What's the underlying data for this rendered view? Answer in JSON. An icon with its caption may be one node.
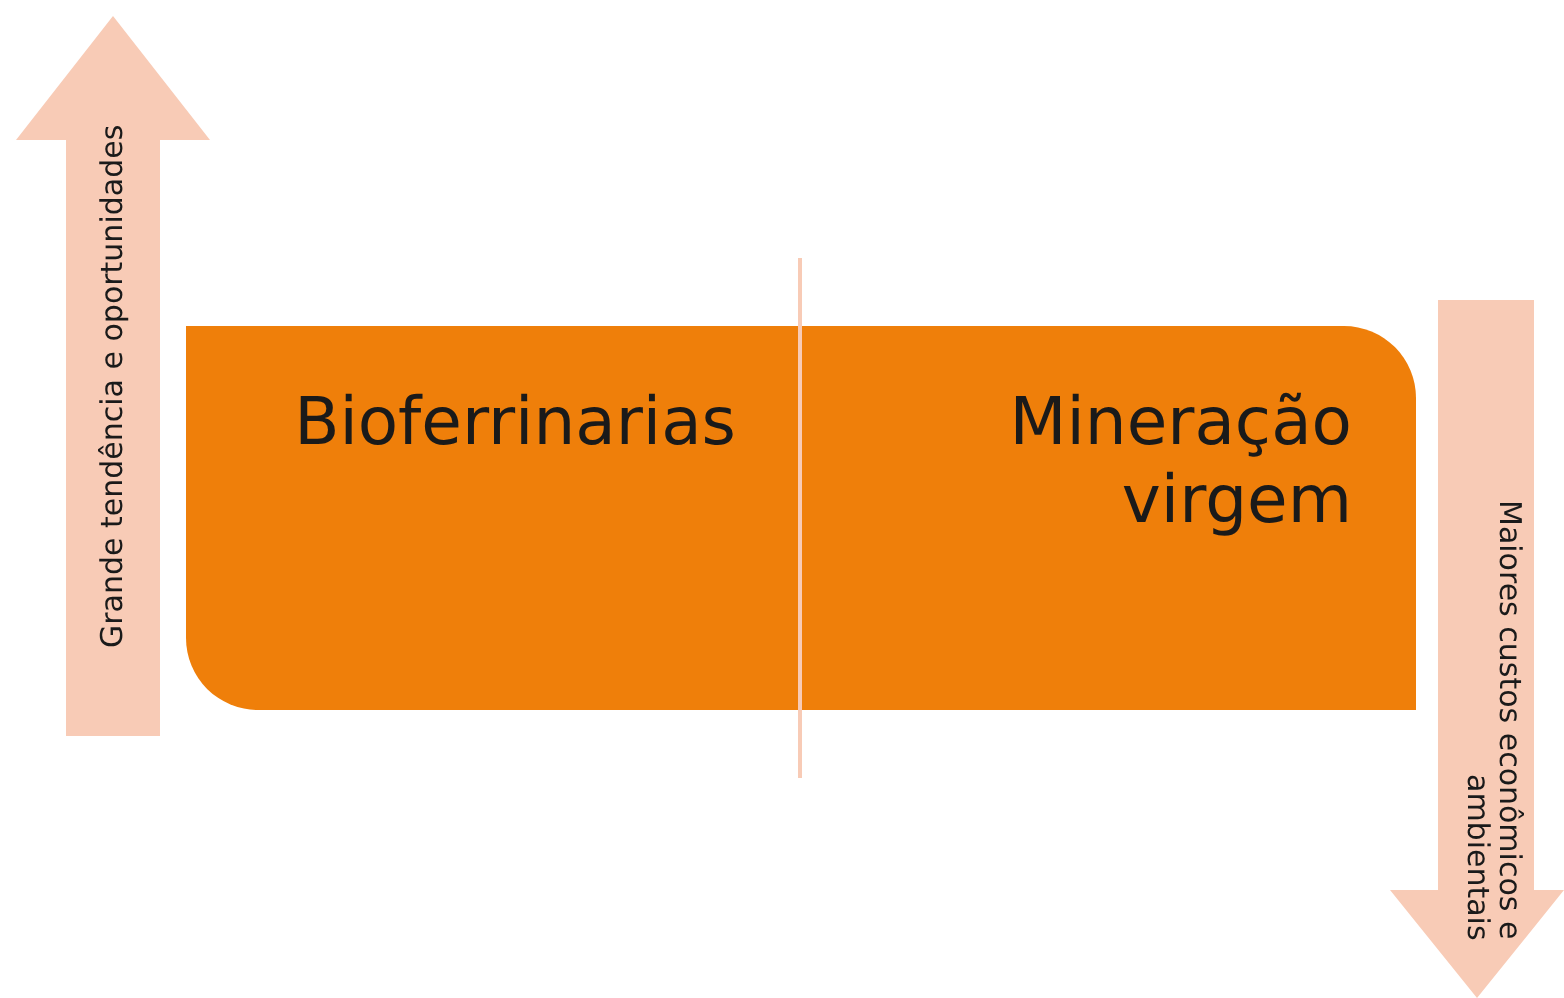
{
  "diagram": {
    "nodes": [
      {
        "text": [
          "Grande tendência e oportunidades"
        ]
      },
      {
        "text": [
          "Bioferrinarias",
          "Mineração virgem"
        ]
      },
      {
        "text": [
          "Maiores custos econômicos e ambientais"
        ]
      }
    ]
  }
}
